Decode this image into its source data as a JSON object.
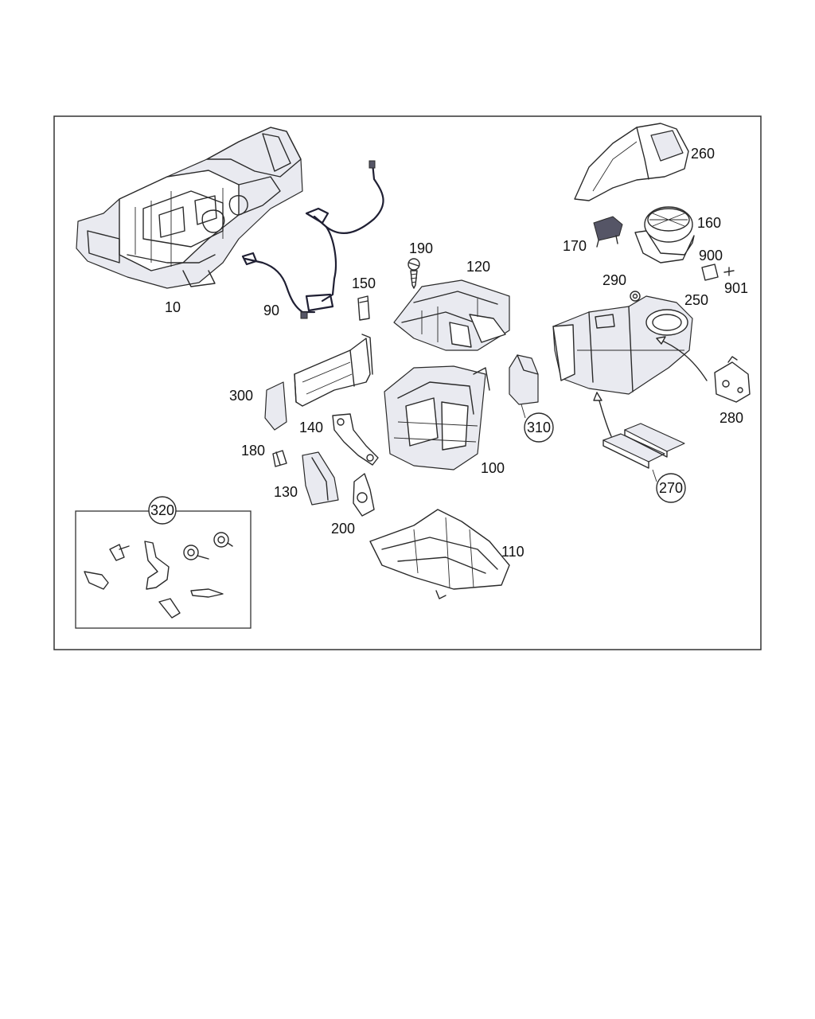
{
  "labels": {
    "p10": "10",
    "p90": "90",
    "p100": "100",
    "p110": "110",
    "p120": "120",
    "p130": "130",
    "p140": "140",
    "p150": "150",
    "p160": "160",
    "p170": "170",
    "p180": "180",
    "p190": "190",
    "p200": "200",
    "p250": "250",
    "p260": "260",
    "p270": "270",
    "p280": "280",
    "p290": "290",
    "p300": "300",
    "p310": "310",
    "p320": "320",
    "p900": "900",
    "p901": "901"
  },
  "colors": {
    "line": "#2a2a2a",
    "shade": "#e9eaf0",
    "frame": "#333333"
  }
}
